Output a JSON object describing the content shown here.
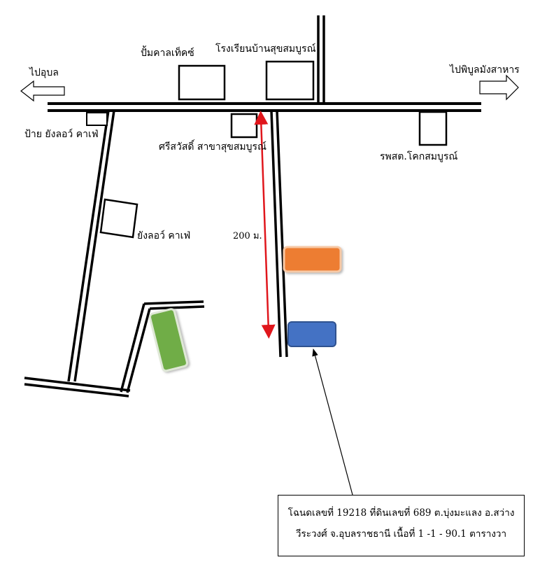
{
  "labels": {
    "to_ubon": "ไปอุบล",
    "to_phibun": "ไปพิบูลมังสาหาร",
    "petrol_station": "ปั้มคาลเท็คซ์",
    "school": "โรงเรียนบ้านสุขสมบูรณ์",
    "cafe_sign": "ป้าย ยังลอว์ คาเฟ่",
    "bank": "ศรีสวัสดิ์ สาขาสุขสมบูรณ์",
    "hospital": "รพสต.โคกสมบูรณ์",
    "cafe": "ยังลอว์ คาเฟ่",
    "distance": "200 ม."
  },
  "note": {
    "line1": "โฉนดเลขที่ 19218 ที่ดินเลขที่ 689 ต.บุ่งมะแลง อ.สว่าง",
    "line2": "วีระวงศ์  จ.อุบลราชธานี เนื้อที่ 1  -1  - 90.1 ตารางวา"
  },
  "colors": {
    "road": "#000000",
    "distance_arrow": "#e0161c",
    "orange_plot": "#ed7d31",
    "blue_plot": "#4472c4",
    "green_plot": "#70ad47"
  }
}
